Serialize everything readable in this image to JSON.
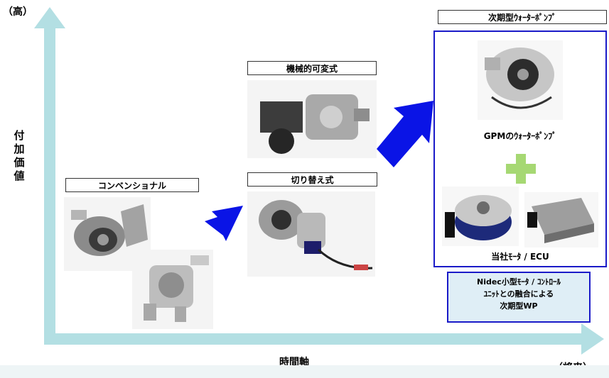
{
  "axes": {
    "y_top": "（高）",
    "y_label_chars": [
      "付",
      "加",
      "価",
      "値"
    ],
    "x_label": "時間軸",
    "x_right": "（将来）"
  },
  "stages": {
    "conventional": "コンベンショナル",
    "switching": "切り替え式",
    "mechanical_variable": "機械的可変式",
    "next_gen": "次期型ｳｫｰﾀｰﾎﾟﾝﾌﾟ"
  },
  "next_gen_box": {
    "gpm_pump": "GPMのｳｫｰﾀｰﾎﾟﾝﾌﾟ",
    "motor_ecu": "当社ﾓｰﾀ / ECU"
  },
  "callout": {
    "line1": "Nidec小型ﾓｰﾀ / ｺﾝﾄﾛｰﾙ",
    "line2": "ﾕﾆｯﾄとの融合による",
    "line3": "次期型WP"
  },
  "colors": {
    "axis": "#b3dfe3",
    "arrow_blue": "#0a14e6",
    "box_border": "#1a1ac8",
    "plus_green": "#a6d873",
    "callout_fill": "#dfeef6"
  }
}
